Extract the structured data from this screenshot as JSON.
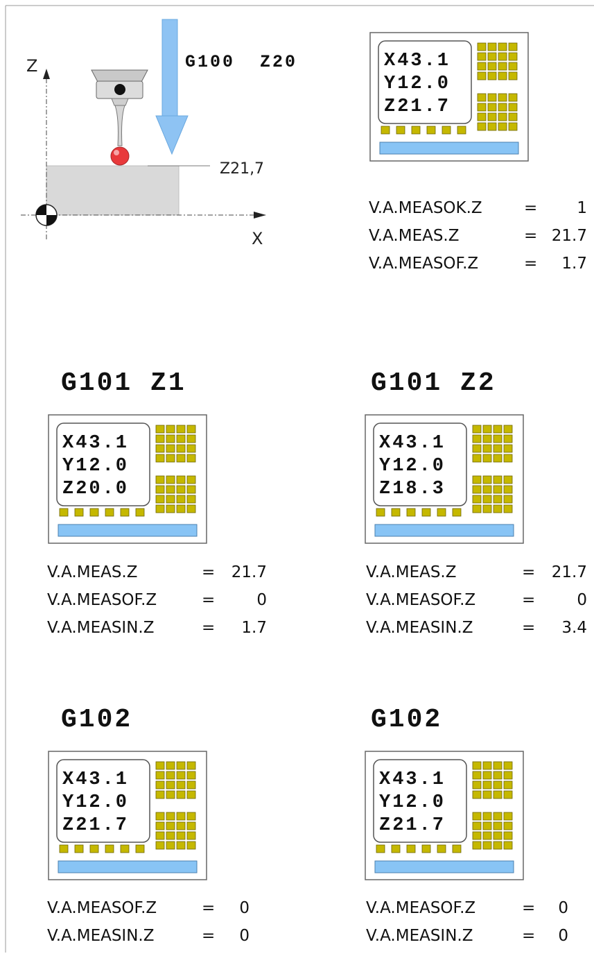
{
  "probe_diagram": {
    "z_axis_label": "Z",
    "x_axis_label": "X",
    "command_label": "G100  Z20",
    "surface_label": "Z21,7",
    "arrow_color": "#8ec3f3",
    "part_color": "#d9d9d9",
    "ball_color": "#e8393b"
  },
  "colors": {
    "key_color": "#c5b800",
    "bar_color": "#88c4f5"
  },
  "g100_panel": {
    "screen_lines": [
      "X43.1",
      "Y12.0",
      "Z21.7"
    ],
    "vars": [
      {
        "name": "V.A.MEASOK.Z",
        "eq": "=",
        "value": "1"
      },
      {
        "name": "V.A.MEAS.Z",
        "eq": "=",
        "value": "21.7"
      },
      {
        "name": "V.A.MEASOF.Z",
        "eq": "=",
        "value": "1.7"
      }
    ]
  },
  "g101_z1": {
    "title": "G101 Z1",
    "screen_lines": [
      "X43.1",
      "Y12.0",
      "Z20.0"
    ],
    "vars": [
      {
        "name": "V.A.MEAS.Z",
        "eq": "=",
        "value": "21.7"
      },
      {
        "name": "V.A.MEASOF.Z",
        "eq": "=",
        "value": "0"
      },
      {
        "name": "V.A.MEASIN.Z",
        "eq": "=",
        "value": "1.7"
      }
    ]
  },
  "g101_z2": {
    "title": "G101 Z2",
    "screen_lines": [
      "X43.1",
      "Y12.0",
      "Z18.3"
    ],
    "vars": [
      {
        "name": "V.A.MEAS.Z",
        "eq": "=",
        "value": "21.7"
      },
      {
        "name": "V.A.MEASOF.Z",
        "eq": "=",
        "value": "0"
      },
      {
        "name": "V.A.MEASIN.Z",
        "eq": "=",
        "value": "3.4"
      }
    ]
  },
  "g102_left": {
    "title": "G102",
    "screen_lines": [
      "X43.1",
      "Y12.0",
      "Z21.7"
    ],
    "vars": [
      {
        "name": "V.A.MEASOF.Z",
        "eq": "=",
        "value": "0"
      },
      {
        "name": "V.A.MEASIN.Z",
        "eq": "=",
        "value": "0"
      }
    ]
  },
  "g102_right": {
    "title": "G102",
    "screen_lines": [
      "X43.1",
      "Y12.0",
      "Z21.7"
    ],
    "vars": [
      {
        "name": "V.A.MEASOF.Z",
        "eq": "=",
        "value": "0"
      },
      {
        "name": "V.A.MEASIN.Z",
        "eq": "=",
        "value": "0"
      }
    ]
  }
}
